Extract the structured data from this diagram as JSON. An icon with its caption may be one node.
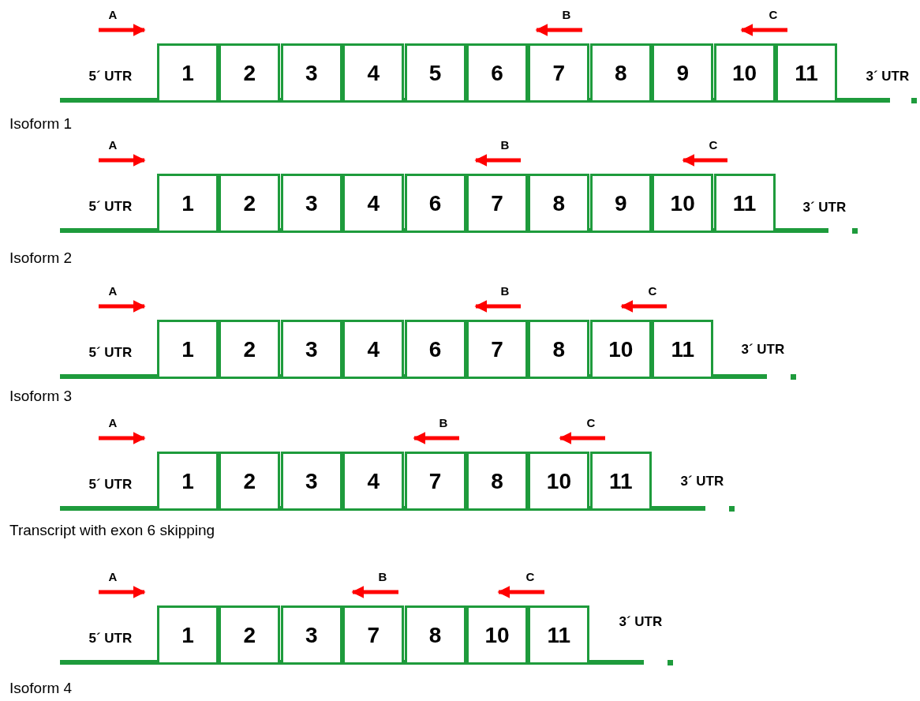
{
  "diagram": {
    "nodes": [
      {
        "text": [
          "1"
        ]
      },
      {
        "text": [
          "2"
        ]
      },
      {
        "text": [
          "3"
        ]
      },
      {
        "text": [
          "4"
        ]
      },
      {
        "text": [
          "5"
        ]
      },
      {
        "text": [
          "6"
        ]
      },
      {
        "text": [
          "7"
        ]
      },
      {
        "text": [
          "8"
        ]
      },
      {
        "text": [
          "9"
        ]
      },
      {
        "text": [
          "10"
        ]
      },
      {
        "text": [
          "11"
        ]
      },
      {
        "text": [
          "1"
        ]
      },
      {
        "text": [
          "2"
        ]
      },
      {
        "text": [
          "3"
        ]
      },
      {
        "text": [
          "4"
        ]
      },
      {
        "text": [
          "6"
        ]
      },
      {
        "text": [
          "7"
        ]
      },
      {
        "text": [
          "8"
        ]
      },
      {
        "text": [
          "9"
        ]
      },
      {
        "text": [
          "10"
        ]
      },
      {
        "text": [
          "11"
        ]
      },
      {
        "text": [
          "1"
        ]
      },
      {
        "text": [
          "2"
        ]
      },
      {
        "text": [
          "3"
        ]
      },
      {
        "text": [
          "4"
        ]
      },
      {
        "text": [
          "6"
        ]
      },
      {
        "text": [
          "7"
        ]
      },
      {
        "text": [
          "8"
        ]
      },
      {
        "text": [
          "10"
        ]
      },
      {
        "text": [
          "11"
        ]
      },
      {
        "text": [
          "1"
        ]
      },
      {
        "text": [
          "2"
        ]
      },
      {
        "text": [
          "3"
        ]
      },
      {
        "text": [
          "4"
        ]
      },
      {
        "text": [
          "7"
        ]
      },
      {
        "text": [
          "8"
        ]
      },
      {
        "text": [
          "10"
        ]
      },
      {
        "text": [
          "11"
        ]
      },
      {
        "text": [
          "1"
        ]
      },
      {
        "text": [
          "2"
        ]
      },
      {
        "text": [
          "3"
        ]
      },
      {
        "text": [
          "7"
        ]
      },
      {
        "text": [
          "8"
        ]
      },
      {
        "text": [
          "10"
        ]
      },
      {
        "text": [
          "11"
        ]
      }
    ],
    "labels": [
      "A",
      "B",
      "C",
      "5´ UTR",
      "3´ UTR",
      "Isoform 1",
      "A",
      "B",
      "C",
      "5´ UTR",
      "3´ UTR",
      "Isoform 2",
      "A",
      "B",
      "C",
      "5´ UTR",
      "3´ UTR",
      "Isoform 3",
      "A",
      "B",
      "C",
      "5´ UTR",
      "3´ UTR",
      "Transcript with exon 6 skipping",
      "A",
      "B",
      "C",
      "5´ UTR",
      "3´ UTR",
      "Isoform 4"
    ]
  }
}
